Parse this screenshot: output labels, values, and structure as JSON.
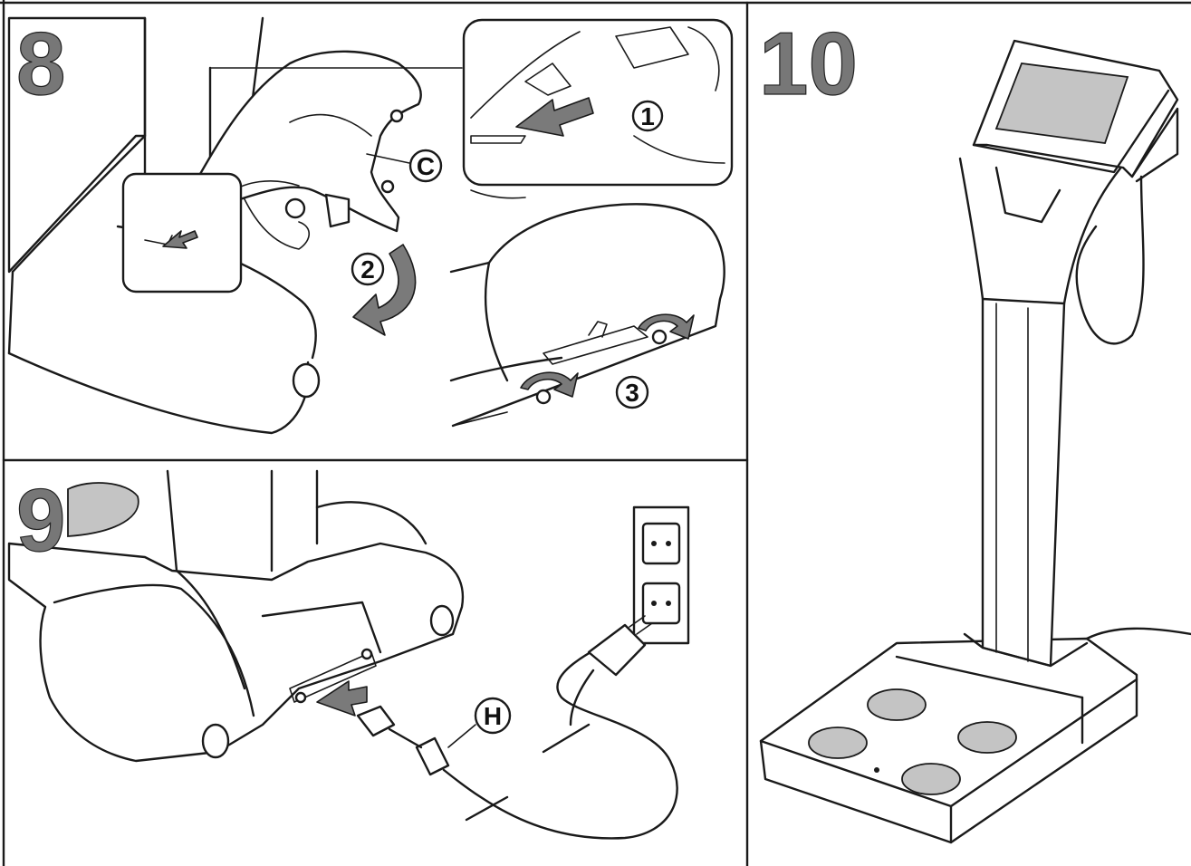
{
  "panels": [
    {
      "id": "step-8",
      "number": "8"
    },
    {
      "id": "step-9",
      "number": "9"
    },
    {
      "id": "step-10",
      "number": "10"
    }
  ],
  "callouts": {
    "c": "C",
    "h": "H",
    "one": "1",
    "two": "2",
    "three": "3"
  },
  "colors": {
    "line": "#1a1a1a",
    "number_fill": "#777777",
    "pad_grey": "#c4c4c4",
    "arrow_grey": "#7a7a7a"
  }
}
